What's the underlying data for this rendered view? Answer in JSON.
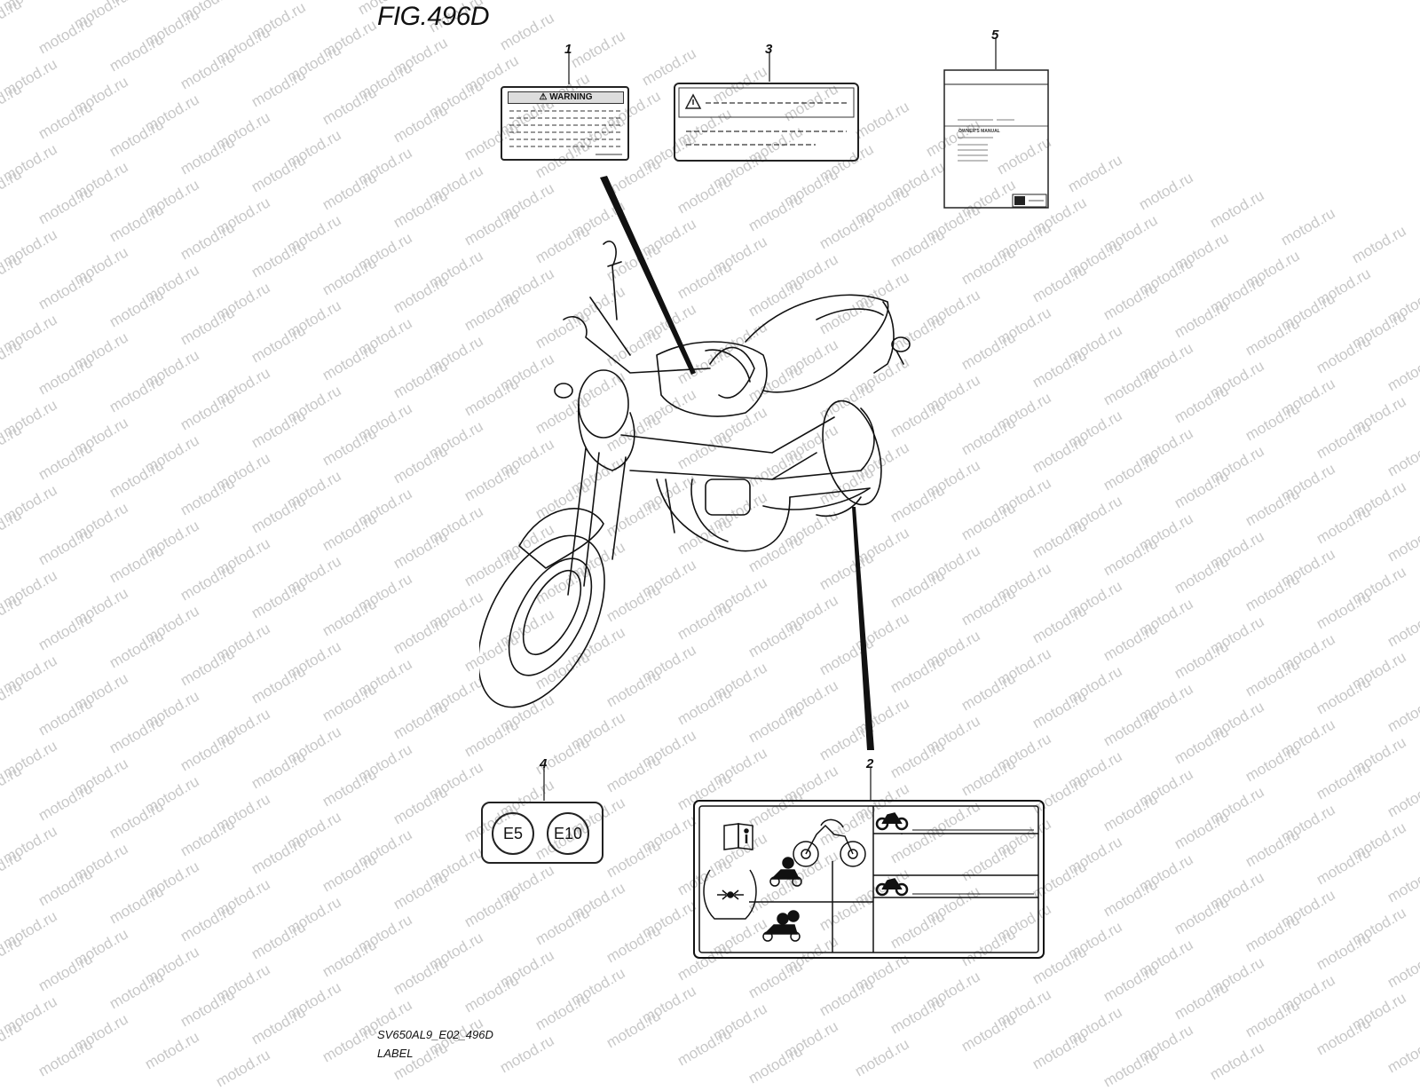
{
  "figure": {
    "title": "FIG.496D",
    "footer_code": "SV650AL9_E02_496D",
    "footer_name": "LABEL"
  },
  "callouts": [
    "1",
    "2",
    "3",
    "4",
    "5"
  ],
  "labels": {
    "warning": {
      "heading": "WARNING"
    },
    "fuel": {
      "e5": "E5",
      "e10": "E10"
    },
    "manual": {
      "heading": "OWNER'S MANUAL"
    }
  },
  "watermark": "motod.ru",
  "colors": {
    "line": "#111111",
    "watermark": "#c8c8c8"
  }
}
